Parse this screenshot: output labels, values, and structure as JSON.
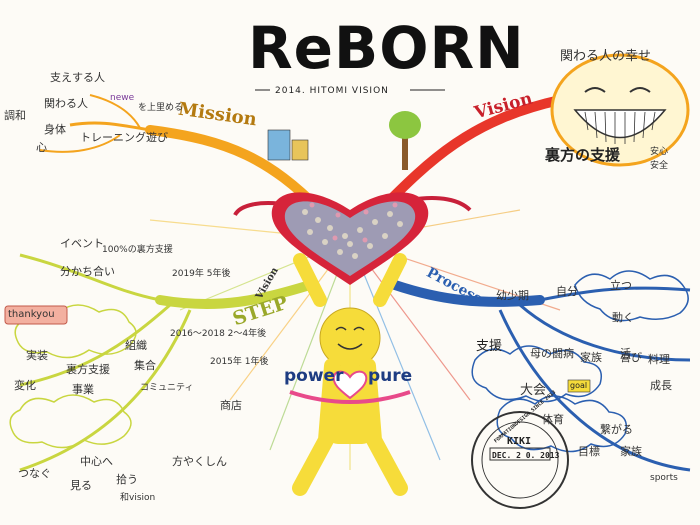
{
  "header": {
    "title": "ReBORN",
    "subtitle": "2014. HITOMI VISION"
  },
  "center": {
    "left_word": "power",
    "right_word": "pure"
  },
  "branches": {
    "mission": {
      "label": "Mission",
      "items": [
        "支えする人",
        "関わる人",
        "newe",
        "を上里める",
        "トレーニング遊び",
        "調和",
        "身体",
        "心"
      ]
    },
    "vision": {
      "label": "Vision",
      "items": [
        "関わる人の幸せ",
        "裏方の支援",
        "安心",
        "安全"
      ]
    },
    "step": {
      "label": "STEP",
      "prefix": "Vision",
      "items": [
        "イベント",
        "分かち合い",
        "100%の裏方支援",
        "2019年 5年後",
        "thankyou",
        "2016〜2018 2〜4年後",
        "2015年 1年後",
        "組織",
        "集合",
        "コミュニティ",
        "商店",
        "実装",
        "裏方支援",
        "事業",
        "変化",
        "つなぐ",
        "見る",
        "中心へ",
        "拾う",
        "方やくしん",
        "和vision"
      ]
    },
    "process": {
      "label": "Process",
      "items": [
        "幼少期",
        "自分",
        "立つ",
        "動く",
        "活",
        "支援",
        "母の闘病",
        "家族",
        "喜び",
        "料理",
        "大会",
        "goal",
        "成長",
        "体育",
        "繋がる",
        "家族",
        "目標",
        "sports"
      ]
    }
  },
  "stamp": {
    "ring_text": "FORMATIONDESIGN SINCE 2013",
    "name": "KIKI",
    "date": "DEC. 2 0. 2013"
  },
  "colors": {
    "mission": "#f4a41e",
    "vision": "#e8362a",
    "step": "#c9d640",
    "process": "#2b5fb0",
    "heart": "#d6243a",
    "figure": "#f6dc3a"
  }
}
